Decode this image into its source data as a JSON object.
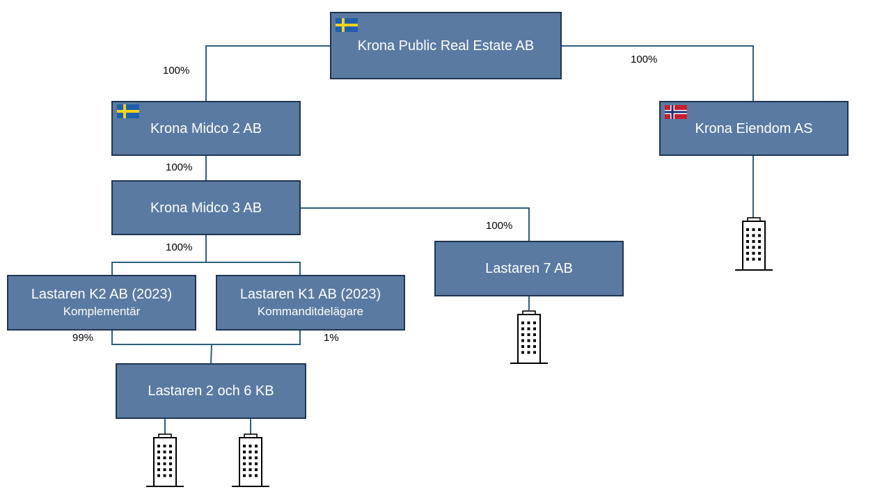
{
  "entities": {
    "krona_public": {
      "name": "Krona Public Real Estate AB"
    },
    "midco2": {
      "name": "Krona Midco 2 AB"
    },
    "eiendom": {
      "name": "Krona Eiendom AS"
    },
    "midco3": {
      "name": "Krona Midco 3 AB"
    },
    "lastaren7": {
      "name": "Lastaren 7 AB"
    },
    "k2": {
      "name": "Lastaren K2 AB (2023)",
      "role": "Komplementär"
    },
    "k1": {
      "name": "Lastaren K1 AB (2023)",
      "role": "Kommanditdelägare"
    },
    "lastaren26": {
      "name": "Lastaren 2 och 6 KB"
    }
  },
  "ownership": {
    "public_to_midco2": "100%",
    "public_to_eiendom": "100%",
    "midco2_to_midco3": "100%",
    "midco3_to_lastaren7": "100%",
    "midco3_to_k": "100%",
    "k2_to_lastaren26": "99%",
    "k1_to_lastaren26": "1%"
  },
  "flags": {
    "sweden": {
      "icon": "sweden-flag-icon",
      "blue": "#1f5fad",
      "yellow": "#f6d21c"
    },
    "norway": {
      "icon": "norway-flag-icon",
      "red": "#c8202e",
      "white": "#ffffff",
      "blue": "#1d2f73"
    }
  },
  "colors": {
    "box_fill": "#5a7aa2",
    "box_border": "#1f3550",
    "line": "#2f5f77",
    "building": "#000000"
  },
  "icons": {
    "building": "office-building-icon"
  }
}
